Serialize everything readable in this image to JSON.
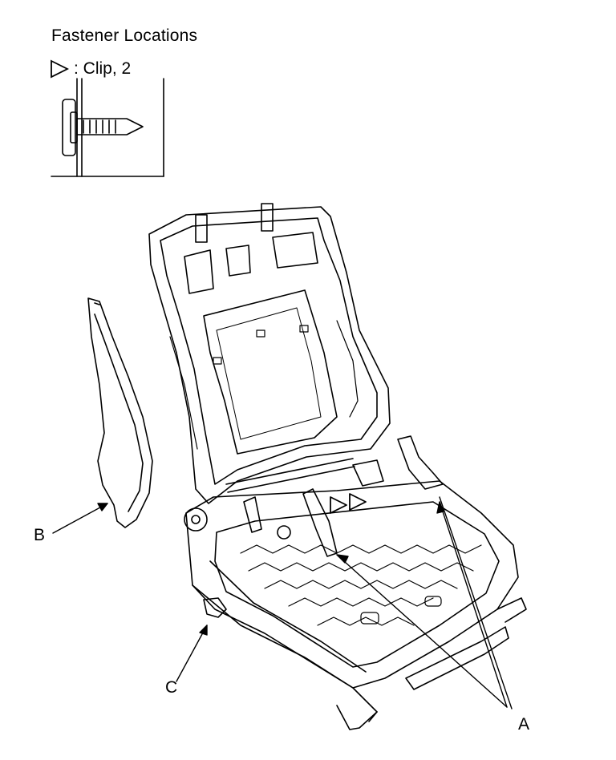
{
  "title": "Fastener Locations",
  "legend": {
    "symbol": "triangle-outline-icon",
    "text": ": Clip, 2"
  },
  "callouts": {
    "a": "A",
    "b": "B",
    "c": "C"
  }
}
